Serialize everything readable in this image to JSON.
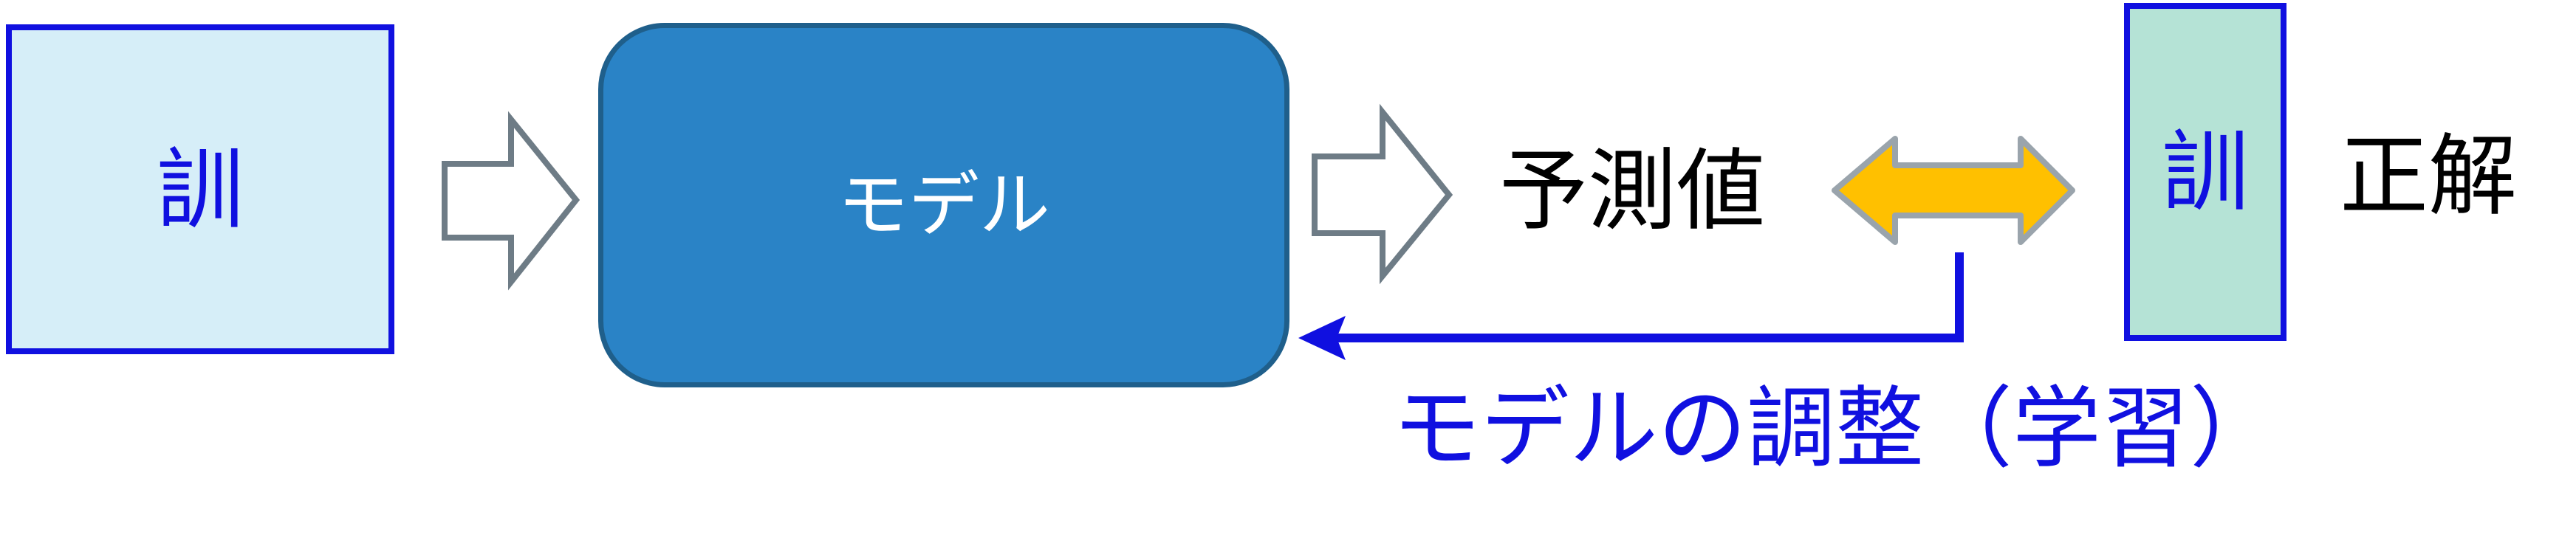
{
  "boxes": {
    "training_data": {
      "label": "訓"
    },
    "model": {
      "label": "モデル"
    },
    "correct_label": {
      "label": "訓"
    }
  },
  "labels": {
    "prediction": "予測値",
    "answer": "正解",
    "feedback": "モデルの調整（学習）"
  },
  "colors": {
    "training_fill": "#d6eef8",
    "model_fill": "#2a83c6",
    "label_fill": "#b5e3d6",
    "blue_text": "#1010e0",
    "white_text": "#ffffff",
    "black_text": "#000000",
    "arrow_outline": "#6e7c86",
    "compare_fill": "#ffc000",
    "compare_outline": "#9aa4ac",
    "feedback_line": "#1010e0"
  }
}
